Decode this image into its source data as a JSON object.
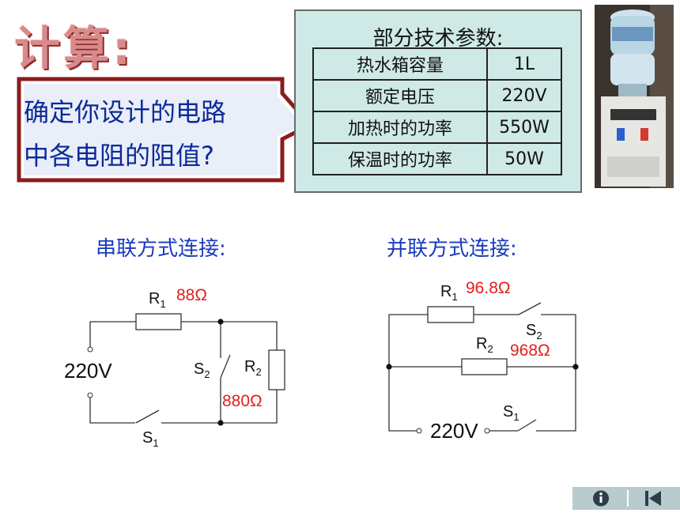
{
  "title": "计算:",
  "question": {
    "line1": "确定你设计的电路",
    "line2": "中各电阻的阻值?"
  },
  "specs": {
    "title": "部分技术参数:",
    "rows": [
      {
        "label": "热水箱容量",
        "value": "1L"
      },
      {
        "label": "额定电压",
        "value": "220V"
      },
      {
        "label": "加热时的功率",
        "value": "550W"
      },
      {
        "label": "保温时的功率",
        "value": "50W"
      }
    ]
  },
  "series": {
    "heading": "串联方式连接:",
    "r1": "R",
    "r1_sub": "1",
    "r1_value": "88Ω",
    "r2": "R",
    "r2_sub": "2",
    "r2_value": "880Ω",
    "s1": "S",
    "s1_sub": "1",
    "s2": "S",
    "s2_sub": "2",
    "voltage": "220V"
  },
  "parallel": {
    "heading": "并联方式连接:",
    "r1": "R",
    "r1_sub": "1",
    "r1_value": "96.8Ω",
    "r2": "R",
    "r2_sub": "2",
    "r2_value": "968Ω",
    "s1": "S",
    "s1_sub": "1",
    "s2": "S",
    "s2_sub": "2",
    "voltage": "220V"
  },
  "nav": {
    "info_icon": "info-icon",
    "back_icon": "skip-back-icon"
  }
}
